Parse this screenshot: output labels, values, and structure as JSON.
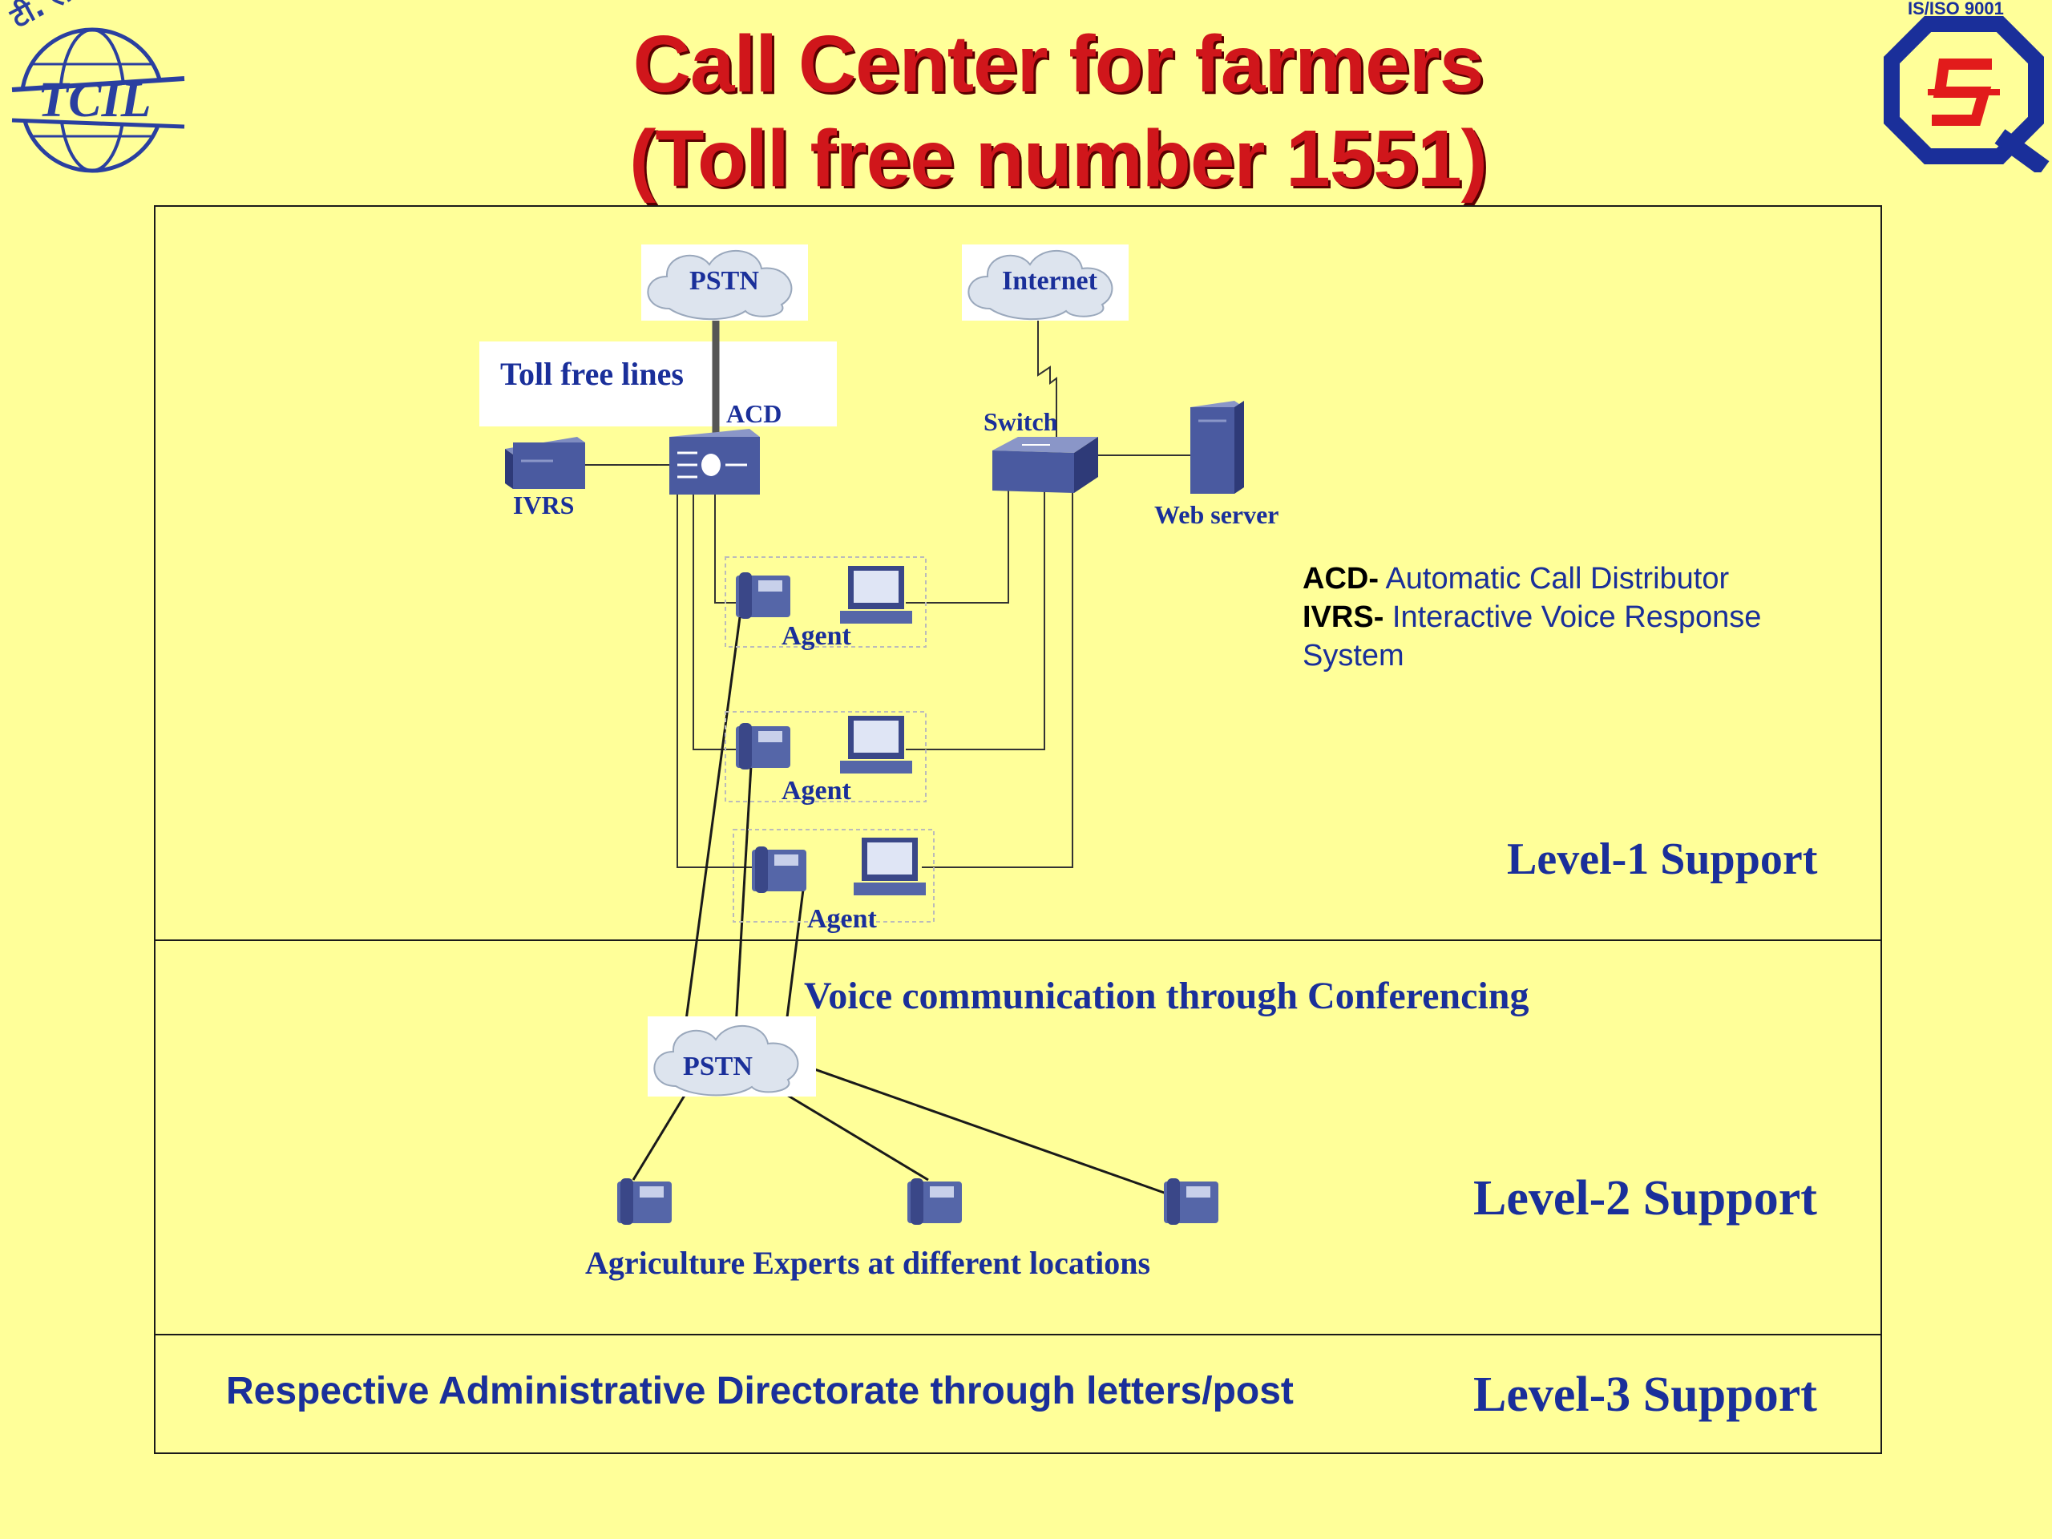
{
  "title": {
    "line1": "Call Center for farmers",
    "line2": "(Toll free number 1551)"
  },
  "logo_left_text": "टी. सी. आई. एल.",
  "logo_right_text": "IS/ISO 9001",
  "nodes": {
    "pstn_top": "PSTN",
    "internet": "Internet",
    "toll_free_lines": "Toll free lines",
    "acd": "ACD",
    "ivrs": "IVRS",
    "switch": "Switch",
    "web_server": "Web server",
    "agent_1": "Agent",
    "agent_2": "Agent",
    "agent_3": "Agent",
    "pstn_bottom": "PSTN"
  },
  "legend": {
    "acd_abbr": "ACD-",
    "acd_full": "Automatic Call Distributor",
    "ivrs_abbr": "IVRS-",
    "ivrs_full_line1": "Interactive Voice Response",
    "ivrs_full_line2": "System"
  },
  "levels": {
    "level1": "Level-1 Support",
    "level2": "Level-2 Support",
    "level3": "Level-3 Support"
  },
  "level2_caption": "Voice communication through Conferencing",
  "experts_caption": "Agriculture Experts at different locations",
  "level3_caption": "Respective Administrative Directorate through letters/post",
  "colors": {
    "background": "#ffff99",
    "title": "#d0161b",
    "text_blue": "#1a2f9a",
    "device_blue": "#5566a8"
  }
}
